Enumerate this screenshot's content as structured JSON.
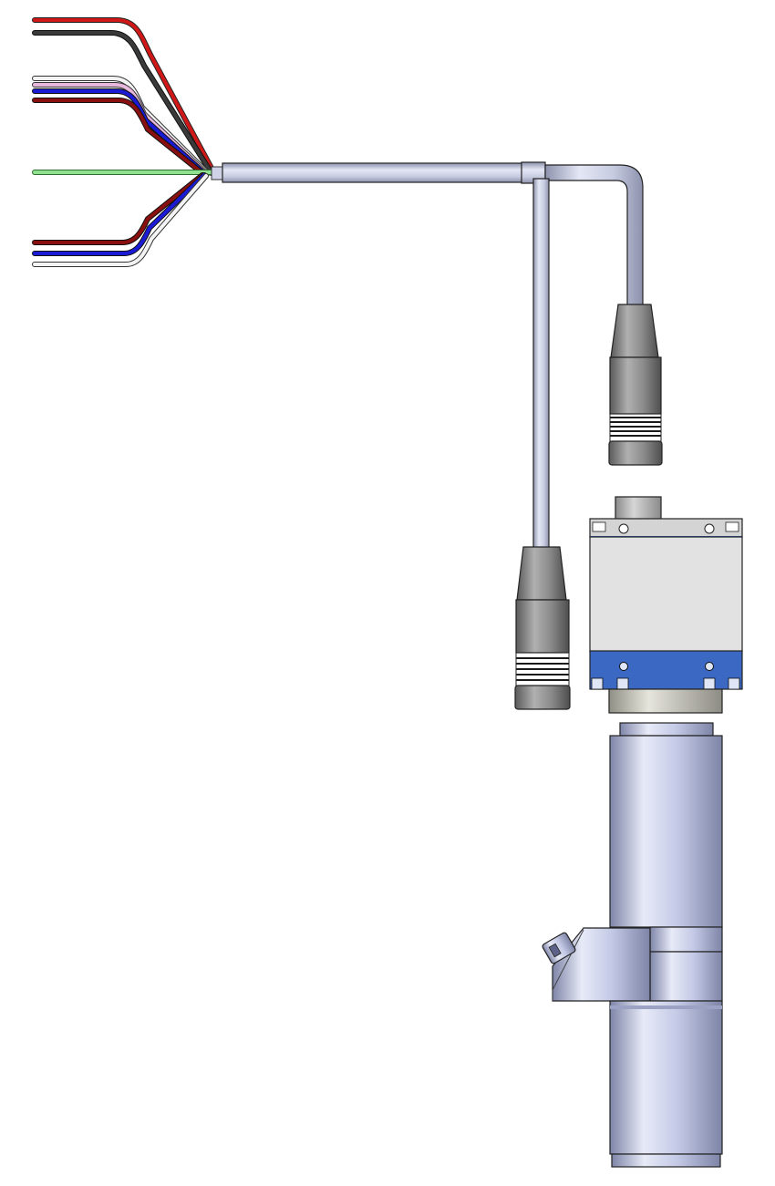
{
  "colors": {
    "background": "#ffffff",
    "cable": "#c7cbe0",
    "cable_shadow": "#8d92ad",
    "connector": "#8a8a8a",
    "connector_dark": "#555555",
    "camera_body": "#e3e3e3",
    "camera_accent": "#3a68c2",
    "lens": "#c5cbe6",
    "lens_shadow": "#8e95b8"
  },
  "wires": [
    {
      "name": "red",
      "color": "#d11818"
    },
    {
      "name": "black",
      "color": "#333333"
    },
    {
      "name": "white",
      "color": "#f2f2f2"
    },
    {
      "name": "pink",
      "color": "#e7b8dc"
    },
    {
      "name": "blue",
      "color": "#1b1bd6"
    },
    {
      "name": "dark-red",
      "color": "#8a1010"
    },
    {
      "name": "green",
      "color": "#7fd67f"
    },
    {
      "name": "dark-red",
      "color": "#8a1010"
    },
    {
      "name": "blue",
      "color": "#1b1bd6"
    },
    {
      "name": "white",
      "color": "#f2f2f2"
    }
  ]
}
